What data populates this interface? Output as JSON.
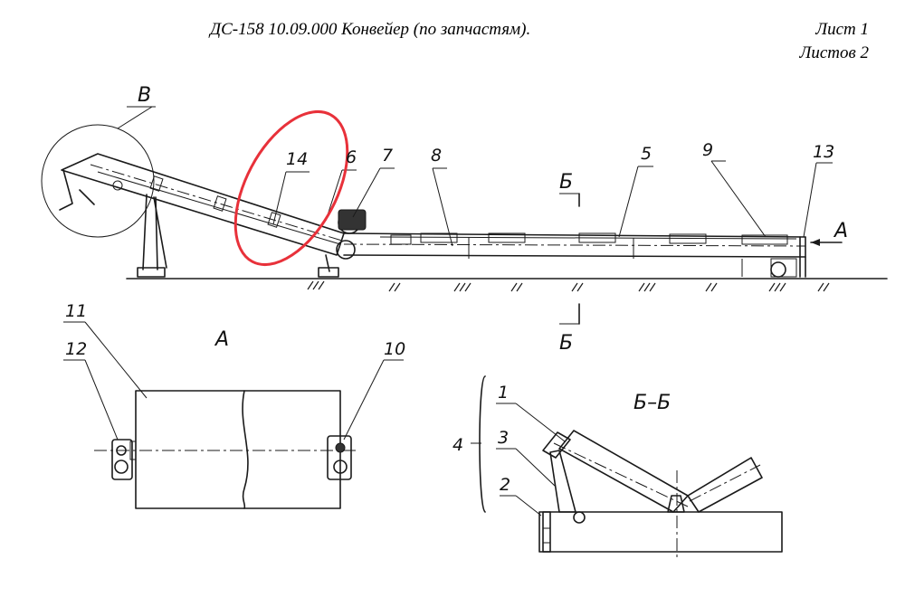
{
  "header": {
    "title": "ДС-158 10.09.000 Конвейер (по запчастям).",
    "sheet": "Лист 1",
    "sheets": "Листов 2"
  },
  "labels": {
    "view_b": "В",
    "section_b_top": "Б",
    "section_b_bottom": "Б",
    "view_a_marker": "А",
    "view_a_title": "А",
    "section_bb": "Б–Б",
    "p1": "1",
    "p2": "2",
    "p3": "3",
    "p4": "4",
    "p5": "5",
    "p6": "6",
    "p7": "7",
    "p8": "8",
    "p9": "9",
    "p10": "10",
    "p11": "11",
    "p12": "12",
    "p13": "13",
    "p14": "14"
  },
  "colors": {
    "highlight": "#e8313a",
    "ink": "#1a1a1a"
  }
}
